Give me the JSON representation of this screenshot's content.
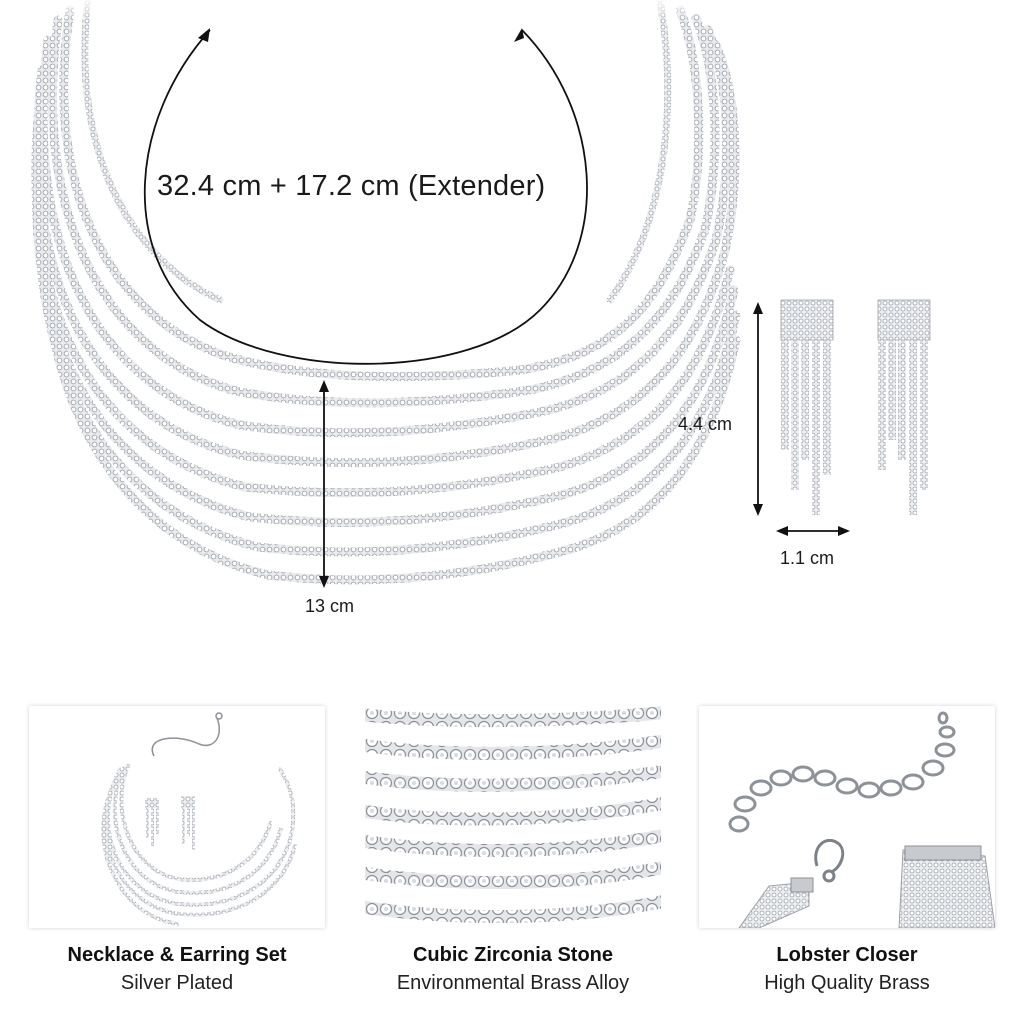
{
  "dimensions": {
    "necklace_length": "32.4 cm + 17.2 cm (Extender)",
    "necklace_drop": "13 cm",
    "earring_height": "4.4 cm",
    "earring_width": "1.1 cm"
  },
  "features": [
    {
      "title": "Necklace & Earring Set",
      "subtitle": "Silver Plated"
    },
    {
      "title": "Cubic Zirconia Stone",
      "subtitle": "Environmental Brass Alloy"
    },
    {
      "title": "Lobster Closer",
      "subtitle": "High Quality Brass"
    }
  ],
  "colors": {
    "text": "#1a1a1a",
    "silver": "#b8bcc2",
    "silver_dark": "#8d9198",
    "background": "#ffffff"
  }
}
